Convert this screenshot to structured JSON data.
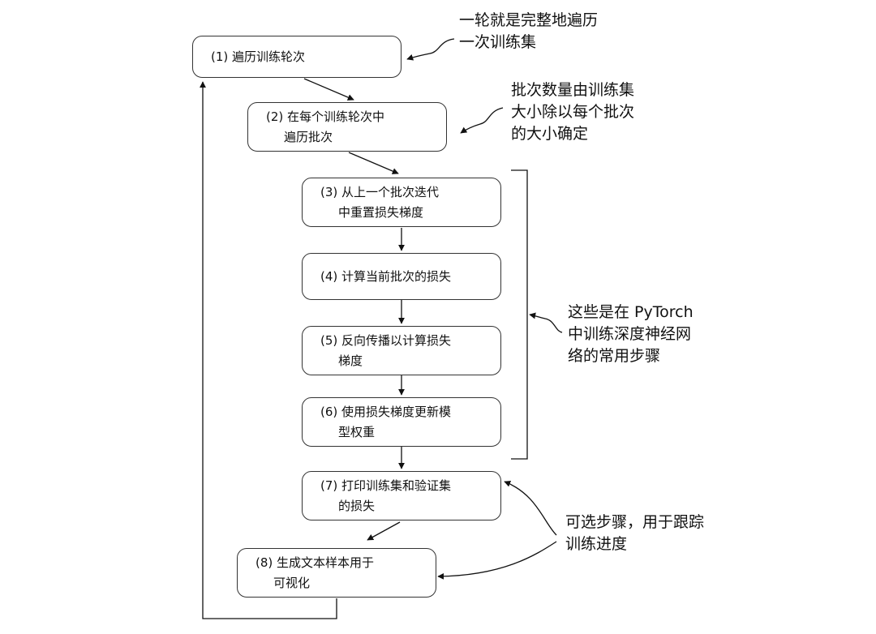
{
  "steps": [
    {
      "lines": [
        "(1) 遍历训练轮次"
      ]
    },
    {
      "lines": [
        "(2) 在每个训练轮次中",
        "遍历批次"
      ]
    },
    {
      "lines": [
        "(3) 从上一个批次迭代",
        "中重置损失梯度"
      ]
    },
    {
      "lines": [
        "(4) 计算当前批次的损失"
      ]
    },
    {
      "lines": [
        "(5) 反向传播以计算损失",
        "梯度"
      ]
    },
    {
      "lines": [
        "(6) 使用损失梯度更新模",
        "型权重"
      ]
    },
    {
      "lines": [
        "(7) 打印训练集和验证集",
        "的损失"
      ]
    },
    {
      "lines": [
        "(8) 生成文本样本用于",
        "可视化"
      ]
    }
  ],
  "notes": {
    "epoch": [
      "一轮就是完整地遍历",
      "一次训练集"
    ],
    "batches": [
      "批次数量由训练集",
      "大小除以每个批次",
      "的大小确定"
    ],
    "common": [
      "这些是在 PyTorch",
      "中训练深度神经网",
      "络的常用步骤"
    ],
    "optional": [
      "可选步骤，用于跟踪",
      "训练进度"
    ]
  }
}
